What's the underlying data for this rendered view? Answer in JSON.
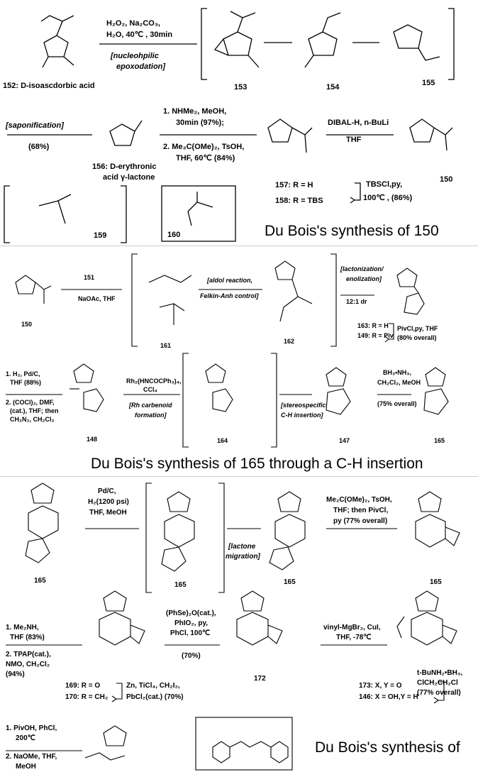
{
  "figure": {
    "captions": {
      "synthesis_150": "Du Bois's synthesis of 150",
      "synthesis_165": "Du Bois's synthesis of 165 through a C-H insertion",
      "synthesis_174": "Du Bois's synthesis of"
    },
    "steps": {
      "epoxidation": {
        "conditions": "H₂O₂, Na₂CO₃,",
        "conditions_2": "H₂O, 40℃ , 30min",
        "label": "[nucleohpilic",
        "label_2": "epoxodation]"
      },
      "saponification": {
        "label": "[saponification]",
        "yield": "(68%)"
      },
      "acetonide": {
        "step1": "1. NHMe₂, MeOH,",
        "step1b": "30min (97%);",
        "step2": "2. Me₃C(OMe)₂, TsOH,",
        "step2b": "THF, 60℃  (84%)"
      },
      "dibal": {
        "reagent": "DIBAL-H, n-BuLi",
        "solvent": "THF"
      },
      "tbs": {
        "reagent": "TBSCl,py,",
        "conditions": "100℃ , (86%)"
      },
      "aldol": {
        "reagent": "151",
        "conditions": "NaOAc, THF",
        "label": "[aldol reaction,",
        "label_2": "Felkin-Anh control]"
      },
      "lactonization": {
        "label": "[lactonization/",
        "label_2": "enolization]",
        "dr": "12:1 dr",
        "piv": "PivCl,py, THF",
        "piv_yield": "(80% overall)"
      },
      "diazo": {
        "step1": "1. H₂, Pd/C,",
        "step1b": "THF (88%)",
        "step2": "2. (COCl)₂, DMF,",
        "step2b": "(cat.), THF; then",
        "step2c": "CH₂N₂, CH₂Cl₂"
      },
      "rh": {
        "reagent": "Rh₂(HNCOCPh₃)₄,",
        "solvent": "CCl₄",
        "label": "[Rh carbenoid",
        "label_2": "formation]"
      },
      "ch_insertion": {
        "label": "[stereospecific",
        "label_2": "C-H insertion]"
      },
      "borane": {
        "reagent": "BH₃•NH₃,",
        "solvent": "CH₂Cl₂, MeOH",
        "yield": "(75% overall)"
      },
      "hydrogenation": {
        "reagent": "Pd/C,",
        "conditions": "H₂(1200 psi)",
        "solvent": "THF, MeOH",
        "label": "[lactone",
        "label_2": "migration]"
      },
      "ketal": {
        "reagent": "Me₂C(OMe)₂, TsOH,",
        "reagent_2": "THF; then PivCl,",
        "reagent_3": "py (77% overall)"
      },
      "amide_tpap": {
        "step1": "1. Me₂NH,",
        "step1b": "THF (83%)",
        "step2": "2. TPAP(cat.),",
        "step2b": "NMO, CH₂Cl₂",
        "step2c": "(94%)"
      },
      "methylenation": {
        "reagent": "Zn, TiCl₄, CH₂I₂,",
        "reagent_2": "PbCl₂(cat.) (70%)"
      },
      "selenium": {
        "reagent": "(PhSe)₂O(cat.),",
        "reagent_2": "PhIO₂, py,",
        "reagent_3": "PhCl, 100℃",
        "yield": "(70%)"
      },
      "cuprate": {
        "reagent": "vinyl-MgBr₂, CuI,",
        "conditions": "THF, -78℃"
      },
      "reduction": {
        "reagent": "t-BuNH₂•BH₃,",
        "solvent": "ClCH₂CH₂Cl",
        "yield": "(77% overall)"
      },
      "final": {
        "step1": "1. PivOH, PhCl,",
        "step1b": "200℃",
        "step2": "2. NaOMe, THF,",
        "step2b": "MeOH"
      }
    },
    "compounds": {
      "c152": "152: D-isoascdorbic acid",
      "c153": "153",
      "c154": "154",
      "c155": "155",
      "c156": "156: D-erythronic",
      "c156b": "acid γ-lactone",
      "c157": "157: R = H",
      "c158": "158: R = TBS",
      "c150": "150",
      "c159": "159",
      "c160": "160",
      "c151": "151",
      "c161": "161",
      "c162": "162",
      "c163": "163: R = H",
      "c149": "149: R = Piv",
      "c148": "148",
      "c164": "164",
      "c147": "147",
      "c165": "165",
      "c169": "169: R = O",
      "c170": "170: R = CH₂",
      "c172": "172",
      "c173": "173: X, Y = O",
      "c146": "146: X = OH,Y = H"
    }
  }
}
